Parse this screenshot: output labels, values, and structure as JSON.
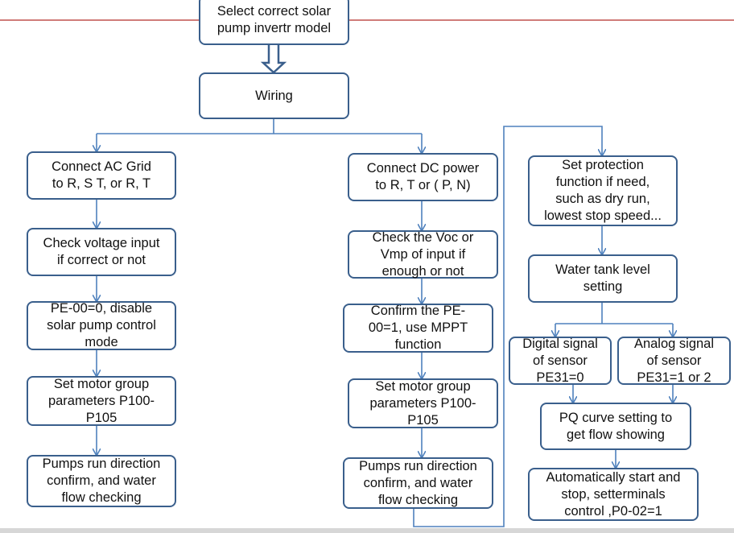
{
  "colors": {
    "box_border": "#3a5f8c",
    "connector": "#4f81bd",
    "header_rule": "#c0504d",
    "text": "#111111"
  },
  "nodes": {
    "select_model": "Select correct solar\npump invertr model",
    "wiring": "Wiring",
    "ac": {
      "connect": "Connect  AC Grid\nto R, S T, or R, T",
      "check_voltage": "Check voltage input\nif correct or not",
      "pe_disable": "PE-00=0, disable\nsolar pump control\nmode",
      "motor_params": "Set motor group\nparameters P100-\nP105",
      "pump_direction": "Pumps run direction\nconfirm, and water\nflow checking"
    },
    "dc": {
      "connect": "Connect DC power\nto R, T or ( P, N)",
      "check_voc": "Check the Voc or\nVmp of input if\nenough or not",
      "confirm_mppt": "Confirm the PE-\n00=1, use MPPT\nfunction",
      "motor_params": "Set motor group\nparameters P100-\nP105",
      "pump_direction": "Pumps run direction\nconfirm, and water\nflow checking"
    },
    "right": {
      "protection": "Set protection\nfunction if need,\nsuch as dry run,\nlowest stop speed...",
      "tank_level": "Water tank level\nsetting",
      "digital_sensor": "Digital signal\nof sensor\nPE31=0",
      "analog_sensor": "Analog signal\nof sensor\nPE31=1 or 2",
      "pq_curve": "PQ curve setting to\nget flow showing",
      "auto_start": "Automatically start and\nstop, setterminals\ncontrol ,P0-02=1"
    }
  }
}
